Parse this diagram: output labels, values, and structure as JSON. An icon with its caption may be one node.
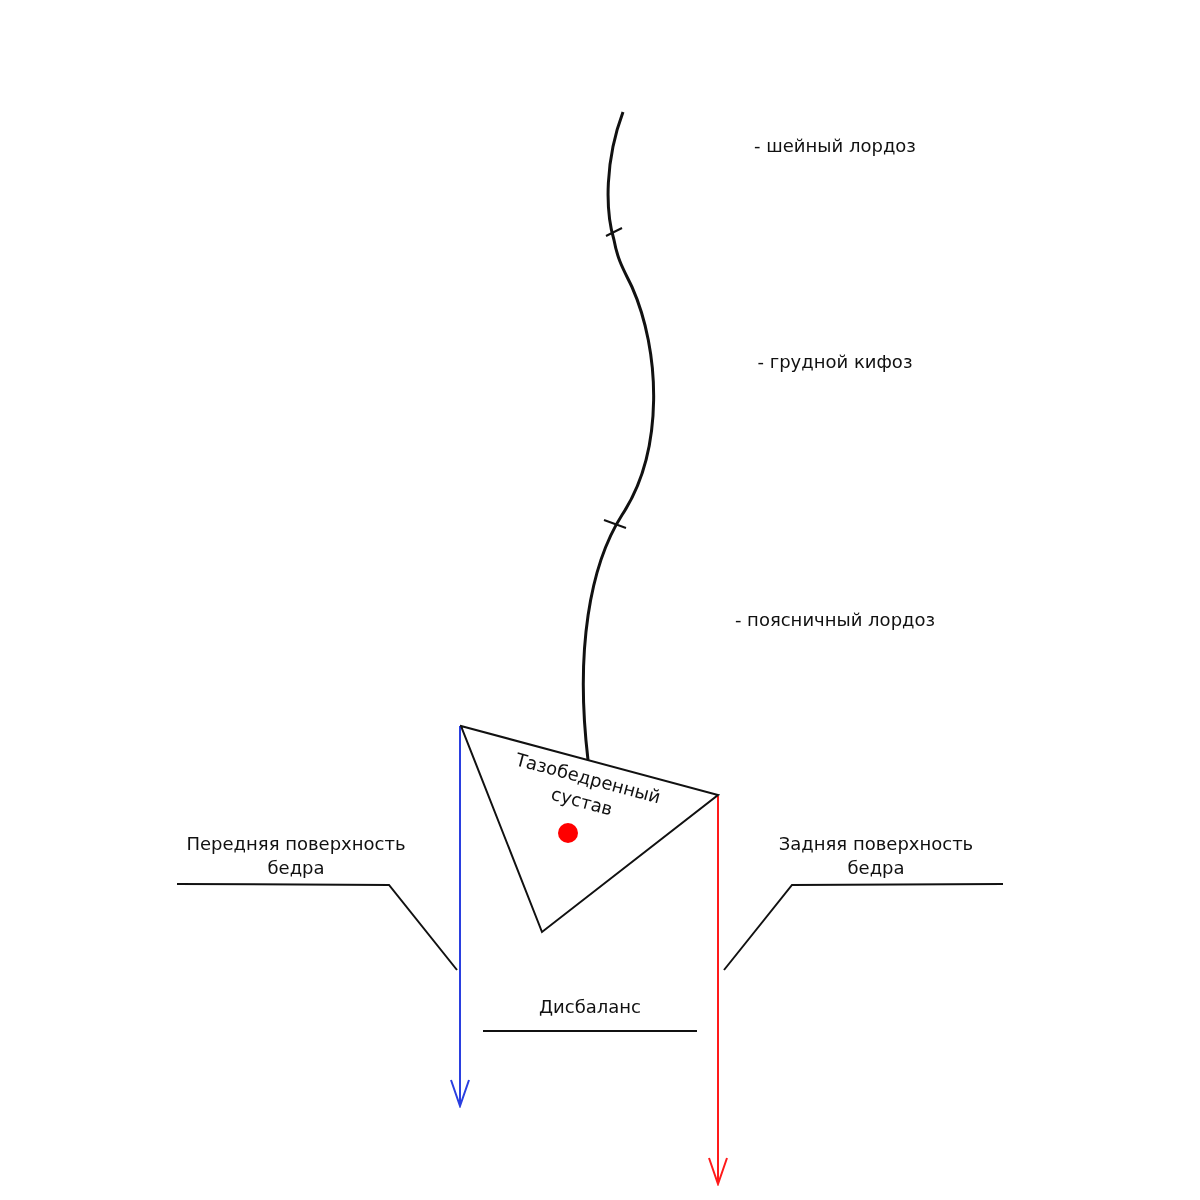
{
  "diagram": {
    "nodes": [
      {
        "text": [
          "Тазобедренный сустав"
        ]
      },
      {
        "text": [
          "Передняя поверхность бедра"
        ]
      },
      {
        "text": [
          "Задняя поверхность бедра"
        ]
      }
    ],
    "edges": [
      {
        "from": 0,
        "to": null,
        "arrow": "to",
        "color": "#2a3fe0"
      },
      {
        "from": 0,
        "to": null,
        "arrow": "to",
        "color": "#ff1a1a"
      },
      {
        "from": 1,
        "to": null,
        "arrow": "none"
      },
      {
        "from": 2,
        "to": null,
        "arrow": "none"
      }
    ],
    "labels": [
      "- шейный лордоз",
      "- грудной кифоз",
      "- поясничный лордоз",
      "Дисбаланс"
    ]
  }
}
